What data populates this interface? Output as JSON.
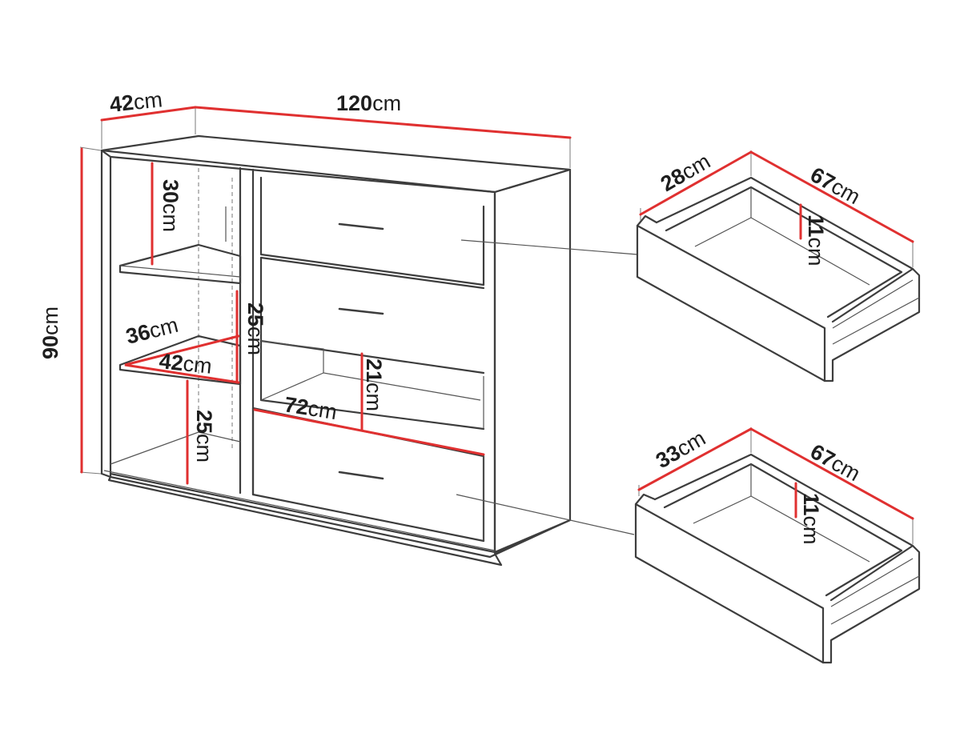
{
  "labels": {
    "depth": {
      "num": "42",
      "unit": "cm"
    },
    "width": {
      "num": "120",
      "unit": "cm"
    },
    "height": {
      "num": "90",
      "unit": "cm"
    },
    "upper_shelf": {
      "num": "30",
      "unit": "cm"
    },
    "middle_gap": {
      "num": "25",
      "unit": "cm"
    },
    "shelf_depth": {
      "num": "36",
      "unit": "cm"
    },
    "shelf_width": {
      "num": "42",
      "unit": "cm"
    },
    "lower_shelf": {
      "num": "25",
      "unit": "cm"
    },
    "inner_height": {
      "num": "21",
      "unit": "cm"
    },
    "inner_width": {
      "num": "72",
      "unit": "cm"
    },
    "drawer1": {
      "depth": {
        "num": "28",
        "unit": "cm"
      },
      "length": {
        "num": "67",
        "unit": "cm"
      },
      "height": {
        "num": "11",
        "unit": "cm"
      }
    },
    "drawer2": {
      "depth": {
        "num": "33",
        "unit": "cm"
      },
      "length": {
        "num": "67",
        "unit": "cm"
      },
      "height": {
        "num": "11",
        "unit": "cm"
      }
    }
  },
  "colors": {
    "line": "#3d3d3d",
    "dimension": "#e03030",
    "text": "#1e1e1e"
  }
}
